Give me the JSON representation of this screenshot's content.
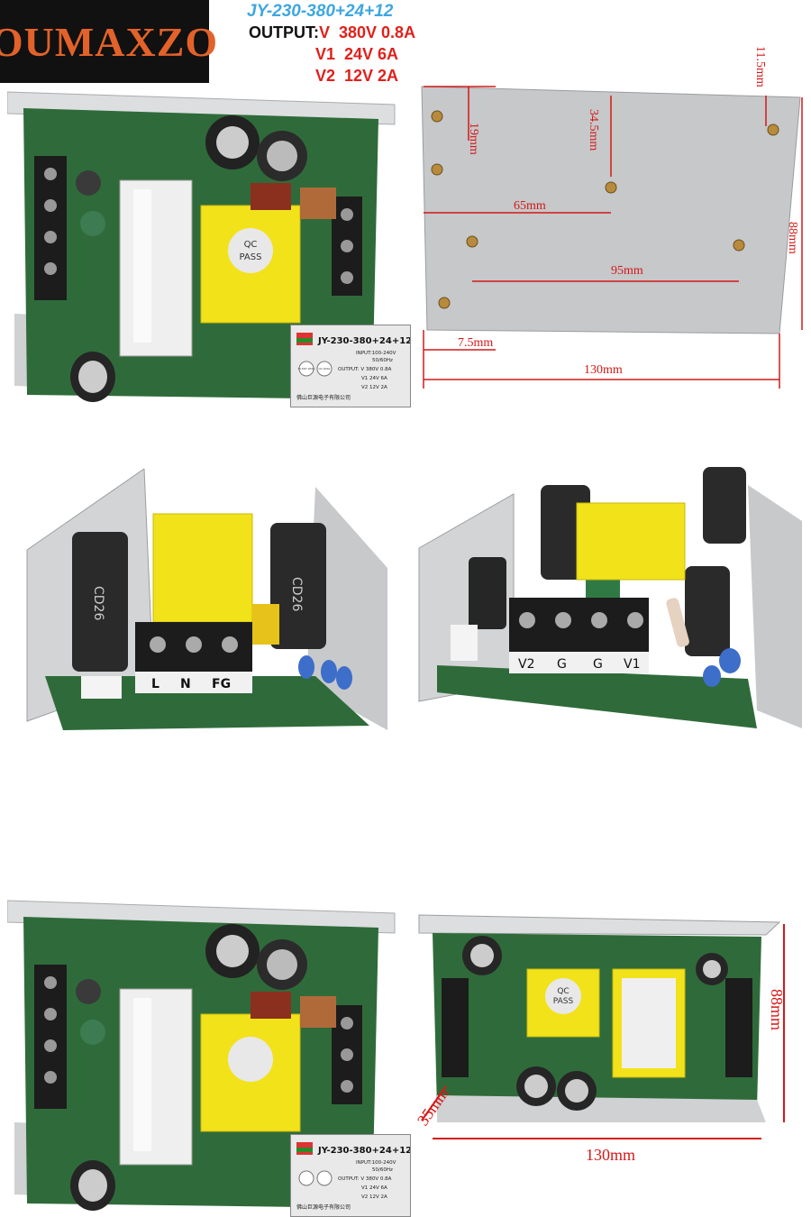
{
  "brand": {
    "logo_text": "OUMAXZO"
  },
  "header": {
    "model": "JY-230-380+24+12",
    "output_label": "OUTPUT:",
    "output_main": "V  380V 0.8A",
    "v1": "V1  24V 6A",
    "v2": "V2  12V 2A"
  },
  "label_plate": {
    "model": "JY-230-380+24+12",
    "input": "INPUT:100-240V",
    "freq": "50/60Hz",
    "out_v": "OUTPUT: V   380V  0.8A",
    "out_v1": "V1   24V   6A",
    "out_v2": "V2   12V   2A",
    "company": "佛山巨源电子有限公司",
    "badge_hipot": "HI-POT PASS",
    "badge_qc": "QC PASS"
  },
  "qc_sticker": {
    "line1": "QC",
    "line2": "PASS"
  },
  "terminals_front": [
    "L",
    "N",
    "FG"
  ],
  "terminals_rear": [
    "V2",
    "G",
    "G",
    "V1"
  ],
  "capacitor_print": "CD26",
  "dimensions_top": {
    "d1": "19mm",
    "d2": "34.5mm",
    "d3": "11.5mm",
    "d4": "65mm",
    "d5": "95mm",
    "d6": "88mm",
    "d7": "7.5mm",
    "d8": "130mm"
  },
  "dimensions_bottom": {
    "height": "88mm",
    "depth": "35mm",
    "width": "130mm"
  },
  "colors": {
    "logo_bg": "#111111",
    "logo_text": "#e2622a",
    "model_text": "#3ea7e0",
    "accent_red": "#e0201b",
    "pcb_green": "#2f6b3a",
    "heatsink": "#c9cbcd",
    "transformer_yellow": "#f2e21a"
  }
}
